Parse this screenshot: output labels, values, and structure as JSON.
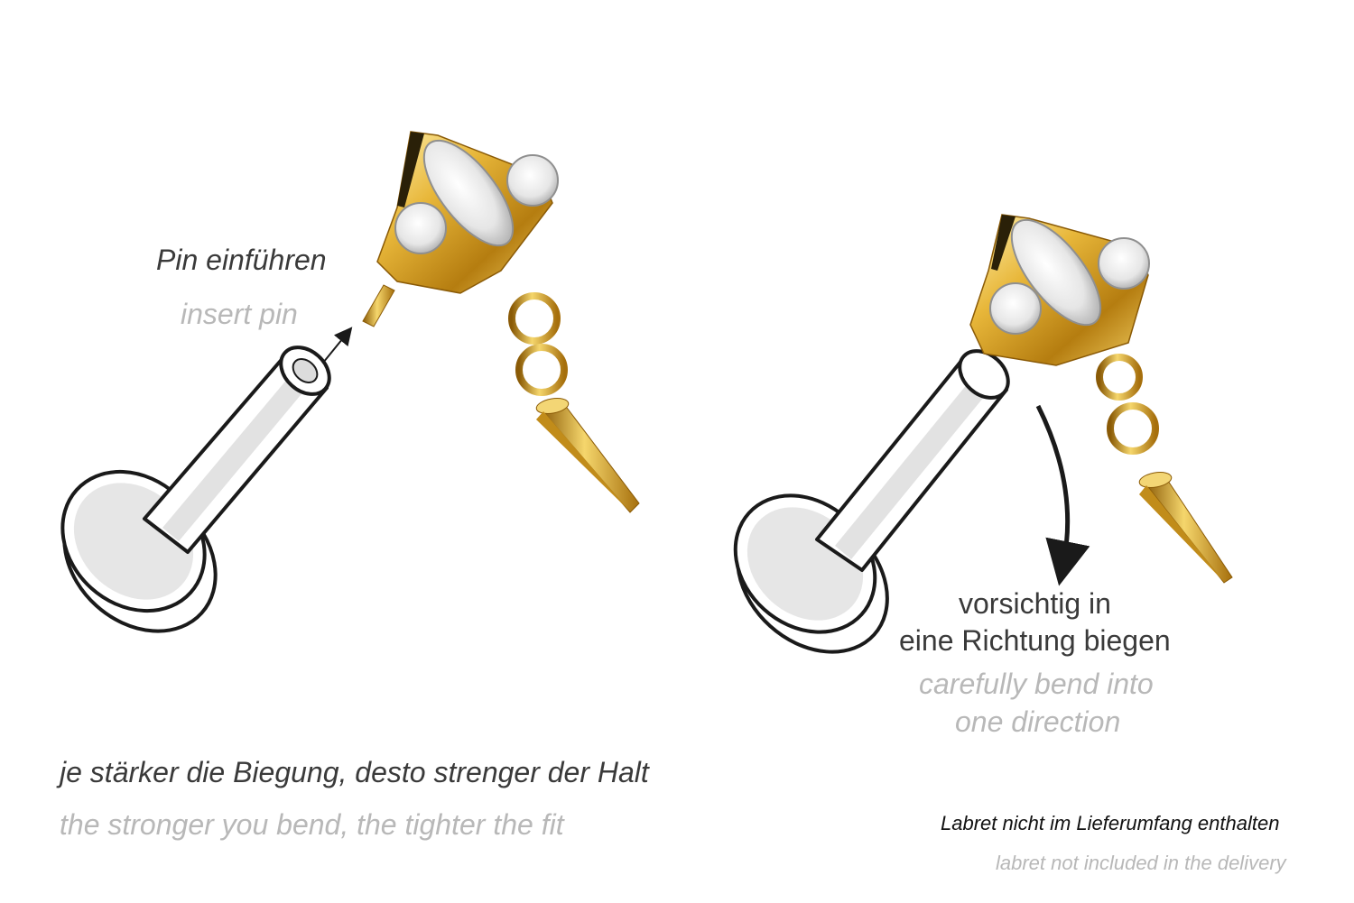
{
  "step1": {
    "label_de": "Pin einführen",
    "label_en": "insert pin"
  },
  "step2": {
    "label_de_line1": "vorsichtig in",
    "label_de_line2": "eine Richtung biegen",
    "label_en_line1": "carefully bend into",
    "label_en_line2": "one direction"
  },
  "tip": {
    "de": "je stärker die Biegung, desto strenger der Halt",
    "en": "the stronger you bend, the tighter the fit"
  },
  "note": {
    "de": "Labret nicht im Lieferumfang enthalten",
    "en": "labret not included in the delivery"
  },
  "colors": {
    "gold": "#d9a521",
    "outline": "#1a1a1a",
    "text_de": "#3a3a3a",
    "text_en": "#b8b8b8"
  }
}
